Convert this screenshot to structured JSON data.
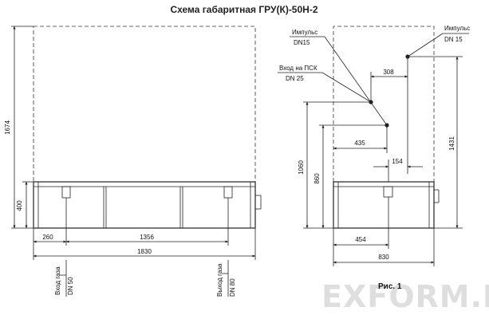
{
  "title": "Схема габаритная ГРУ(К)-50Н-2",
  "figure_caption": "Рис. 1",
  "watermark": "EXFORM.RU",
  "front_view": {
    "dim_height_total": "1674",
    "dim_height_base": "400",
    "dim_left_offset": "260",
    "dim_span": "1356",
    "dim_width": "1830",
    "inlet_label": "Вход газа",
    "inlet_dn": "DN 50",
    "outlet_label": "Выход газа",
    "outlet_dn": "DN 80"
  },
  "side_view": {
    "impulse_left_label": "Импульс",
    "impulse_left_dn": "DN15",
    "pgk_label": "Вход на ПСК",
    "pgk_dn": "DN 25",
    "impulse_right_label": "Импульс",
    "impulse_right_dn": "DN 15",
    "dim_308": "308",
    "dim_435": "435",
    "dim_154": "154",
    "dim_1060": "1060",
    "dim_860": "860",
    "dim_1431": "1431",
    "dim_454": "454",
    "dim_830": "830"
  }
}
